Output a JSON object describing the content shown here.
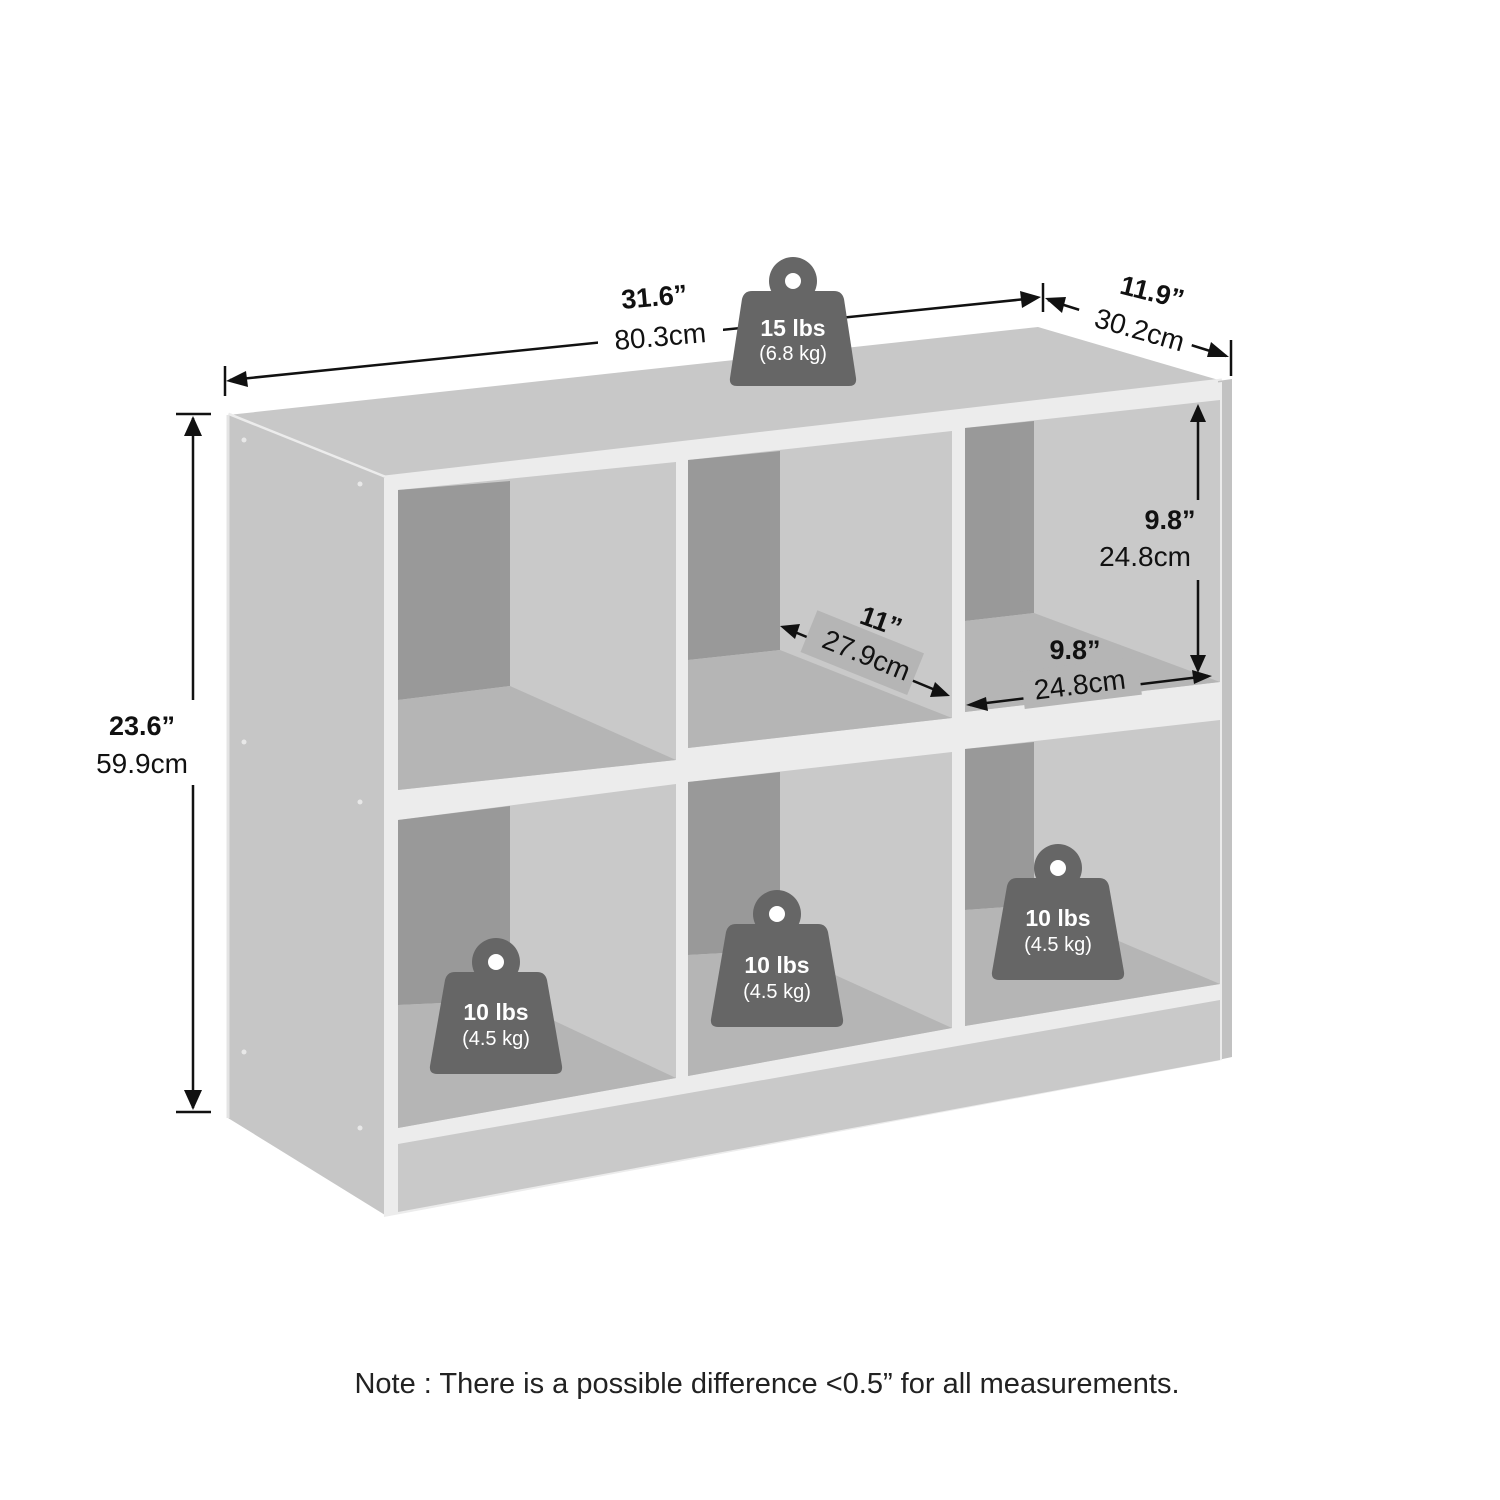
{
  "dimensions": {
    "width": {
      "inches": "31.6”",
      "cm": "80.3cm"
    },
    "depth": {
      "inches": "11.9”",
      "cm": "30.2cm"
    },
    "height": {
      "inches": "23.6”",
      "cm": "59.9cm"
    },
    "cubby_height": {
      "inches": "9.8”",
      "cm": "24.8cm"
    },
    "cubby_depth": {
      "inches": "11”",
      "cm": "27.9cm"
    },
    "cubby_width": {
      "inches": "9.8”",
      "cm": "24.8cm"
    }
  },
  "weights": {
    "top": {
      "lbs": "15 lbs",
      "kg": "(6.8 kg)"
    },
    "bottom_left": {
      "lbs": "10 lbs",
      "kg": "(4.5 kg)"
    },
    "bottom_middle": {
      "lbs": "10 lbs",
      "kg": "(4.5 kg)"
    },
    "bottom_right": {
      "lbs": "10 lbs",
      "kg": "(4.5 kg)"
    }
  },
  "note": "Note : There is a possible difference <0.5” for all measurements.",
  "colors": {
    "panel": "#c8c8c8",
    "edge": "#ececec",
    "back": "#9a9a9a",
    "shadow": "#8a8a8a",
    "weight": "#666666"
  }
}
